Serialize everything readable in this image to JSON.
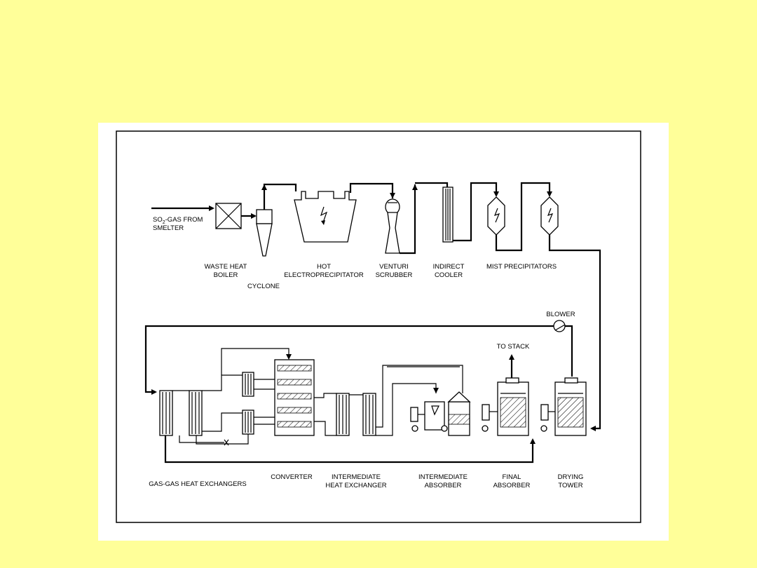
{
  "background_color": "#ffff99",
  "diagram": {
    "labels": {
      "feed_line1_pre": "SO",
      "feed_line1_sub": "2",
      "feed_line1_post": "-GAS FROM",
      "feed_line2": "SMELTER",
      "waste_heat_boiler_1": "WASTE HEAT",
      "waste_heat_boiler_2": "BOILER",
      "cyclone": "CYCLONE",
      "hot_esp_1": "HOT",
      "hot_esp_2": "ELECTROPRECIPITATOR",
      "venturi_1": "VENTURI",
      "venturi_2": "SCRUBBER",
      "indirect_cooler_1": "INDIRECT",
      "indirect_cooler_2": "COOLER",
      "mist_precipitators": "MIST PRECIPITATORS",
      "blower": "BLOWER",
      "to_stack": "TO STACK",
      "gas_gas_hx": "GAS-GAS HEAT EXCHANGERS",
      "converter": "CONVERTER",
      "intermediate_hx_1": "INTERMEDIATE",
      "intermediate_hx_2": "HEAT EXCHANGER",
      "intermediate_absorber_1": "INTERMEDIATE",
      "intermediate_absorber_2": "ABSORBER",
      "final_absorber_1": "FINAL",
      "final_absorber_2": "ABSORBER",
      "drying_tower_1": "DRYING",
      "drying_tower_2": "TOWER"
    }
  }
}
